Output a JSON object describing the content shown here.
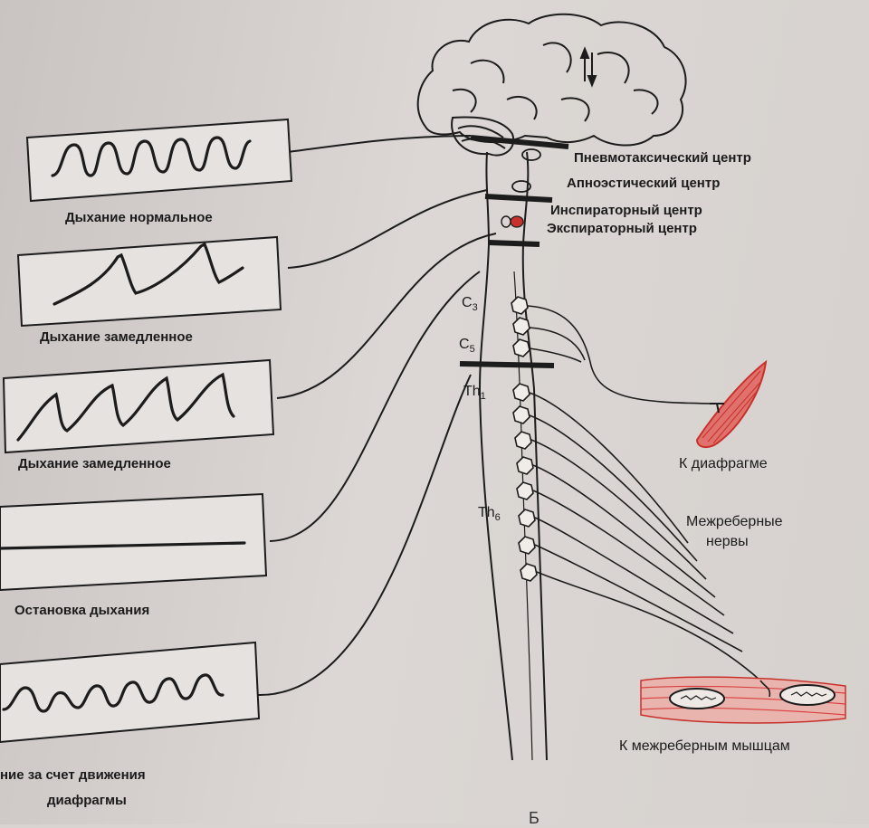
{
  "centers": {
    "pneumotaxic": "Пневмотаксический центр",
    "apneustic": "Апноэстический центр",
    "inspiratory": "Инспираторный центр",
    "expiratory": "Экспираторный центр"
  },
  "segments": {
    "c3": "C3",
    "c5": "C5",
    "th1": "Th1",
    "th6": "Th6"
  },
  "targets": {
    "diaphragm": "К диафрагме",
    "intercostal_nerves_line1": "Межреберные",
    "intercostal_nerves_line2": "нервы",
    "intercostal_muscles": "К межреберным мышцам"
  },
  "breathing_panels": {
    "normal": "Дыхание нормальное",
    "slowed_1": "Дыхание замедленное",
    "slowed_2": "Дыхание замедленное",
    "arrest": "Остановка дыхания",
    "diaphragm_line1": "ние за счет движения",
    "diaphragm_line2": "диафрагмы"
  },
  "figure_letter": "Б",
  "colors": {
    "ink": "#1c1c1c",
    "red_muscle": "#d9403f",
    "red_center": "#c8312b"
  }
}
